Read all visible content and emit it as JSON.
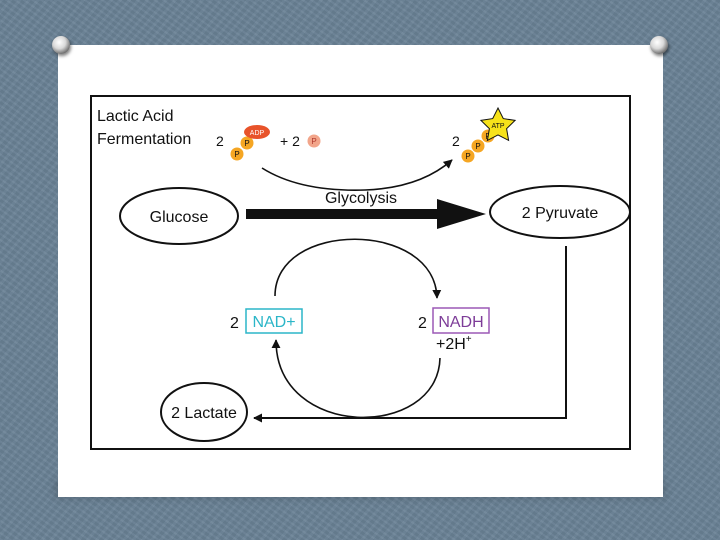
{
  "diagram": {
    "title_line1": "Lactic Acid",
    "title_line2": "Fermentation",
    "reactants": {
      "coef_adp": "2",
      "adp_label": "ADP",
      "p_label": "P",
      "plus_coef": "+ 2"
    },
    "products": {
      "coef_atp": "2",
      "atp_label": "ATP"
    },
    "process_label": "Glycolysis",
    "nodes": {
      "glucose": "Glucose",
      "pyruvate": "2 Pyruvate",
      "lactate": "2 Lactate"
    },
    "nad": {
      "coef": "2",
      "label": "NAD+"
    },
    "nadh": {
      "coef": "2",
      "label": "NADH",
      "extra": "+2H",
      "extra_sup": "+"
    },
    "colors": {
      "adp": "#e8532a",
      "phosphate": "#f5a623",
      "atp_star": "#f7e21a",
      "free_phosphate": "#f2a58a",
      "nad_box": "#2bb6c8",
      "nadh_box": "#9b59b6",
      "background": "#6a8296"
    }
  }
}
